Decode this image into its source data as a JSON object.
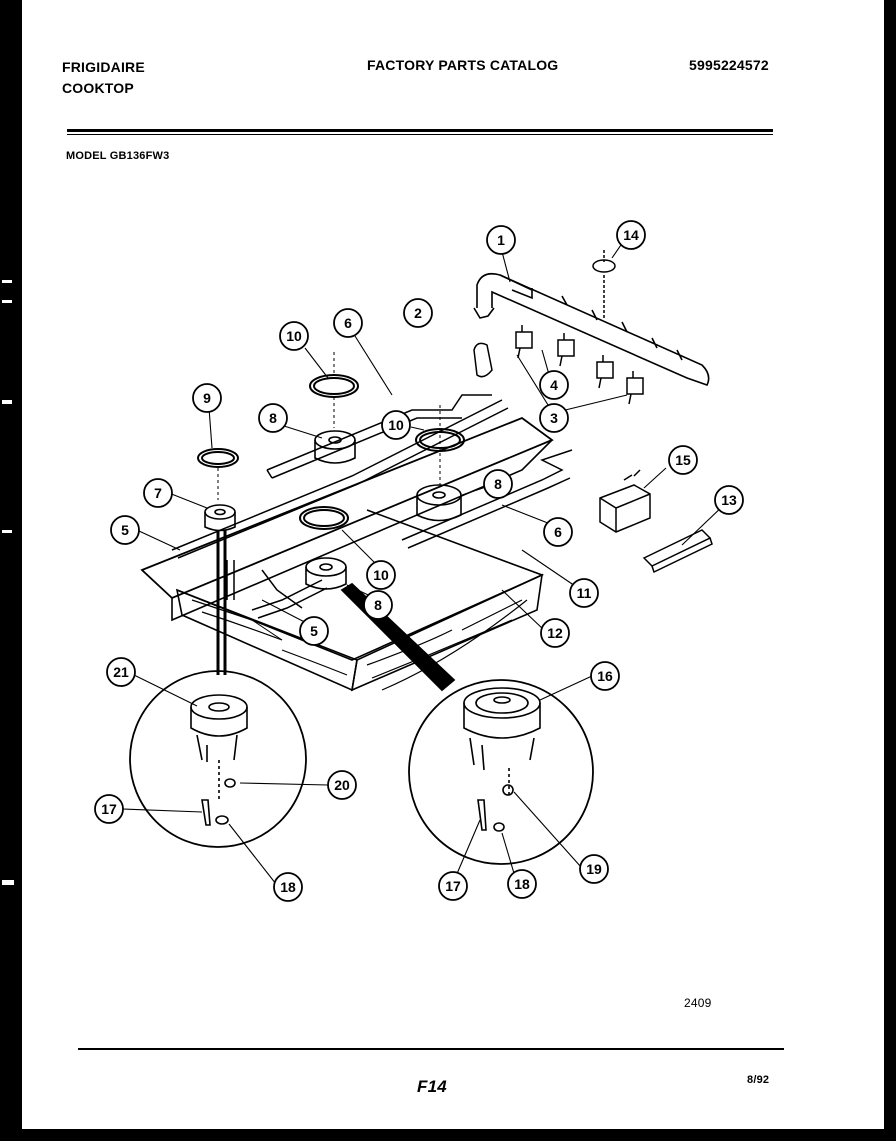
{
  "header": {
    "brand": "FRIGIDAIRE",
    "product": "COOKTOP",
    "catalog_title": "FACTORY PARTS CATALOG",
    "catalog_number": "5995224572"
  },
  "model": "MODEL GB136FW3",
  "callouts": [
    "1",
    "14",
    "2",
    "10",
    "6",
    "9",
    "8",
    "10",
    "7",
    "5",
    "8",
    "6",
    "10",
    "15",
    "13",
    "11",
    "5",
    "8",
    "12",
    "4",
    "3",
    "21",
    "16",
    "20",
    "17",
    "18",
    "19",
    "17",
    "18"
  ],
  "footer": {
    "diagram_id": "2409",
    "page": "F14",
    "date": "8/92"
  }
}
